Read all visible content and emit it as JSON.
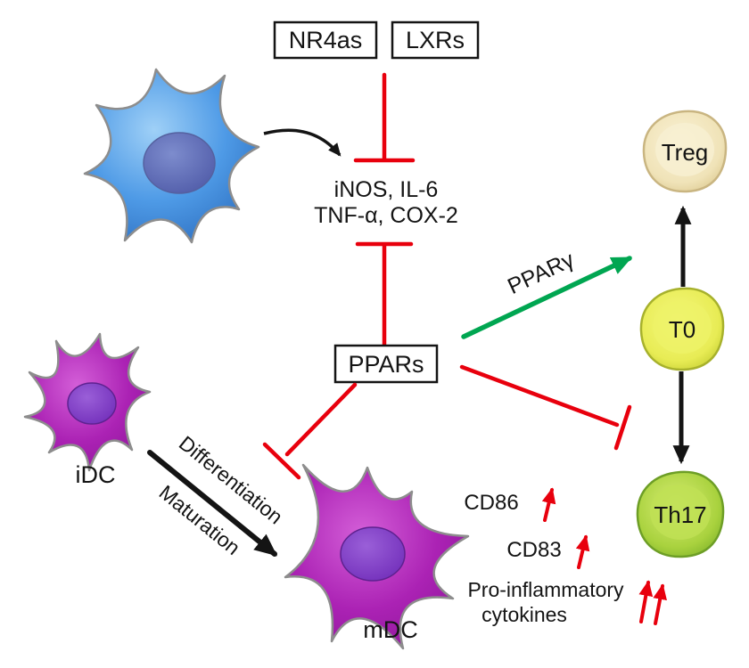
{
  "colors": {
    "inhibit": "#e8000d",
    "activate": "#00a651",
    "arrow": "#141414"
  },
  "boxes": {
    "nr4as": "NR4as",
    "lxrs": "LXRs",
    "ppars": "PPARs"
  },
  "mediators": {
    "line1": "iNOS, IL-6",
    "line2": "TNF-α, COX-2"
  },
  "pathway": {
    "ppar_gamma": "PPARγ"
  },
  "cells": {
    "treg": "Treg",
    "t0": "T0",
    "th17": "Th17",
    "idc": "iDC",
    "mdc": "mDC"
  },
  "process": {
    "differentiation": "Differentiation",
    "maturation": "Maturation"
  },
  "markers": {
    "cd86": "CD86",
    "cd83": "CD83",
    "pro_line1": "Pro-inflammatory",
    "pro_line2": "cytokines"
  }
}
